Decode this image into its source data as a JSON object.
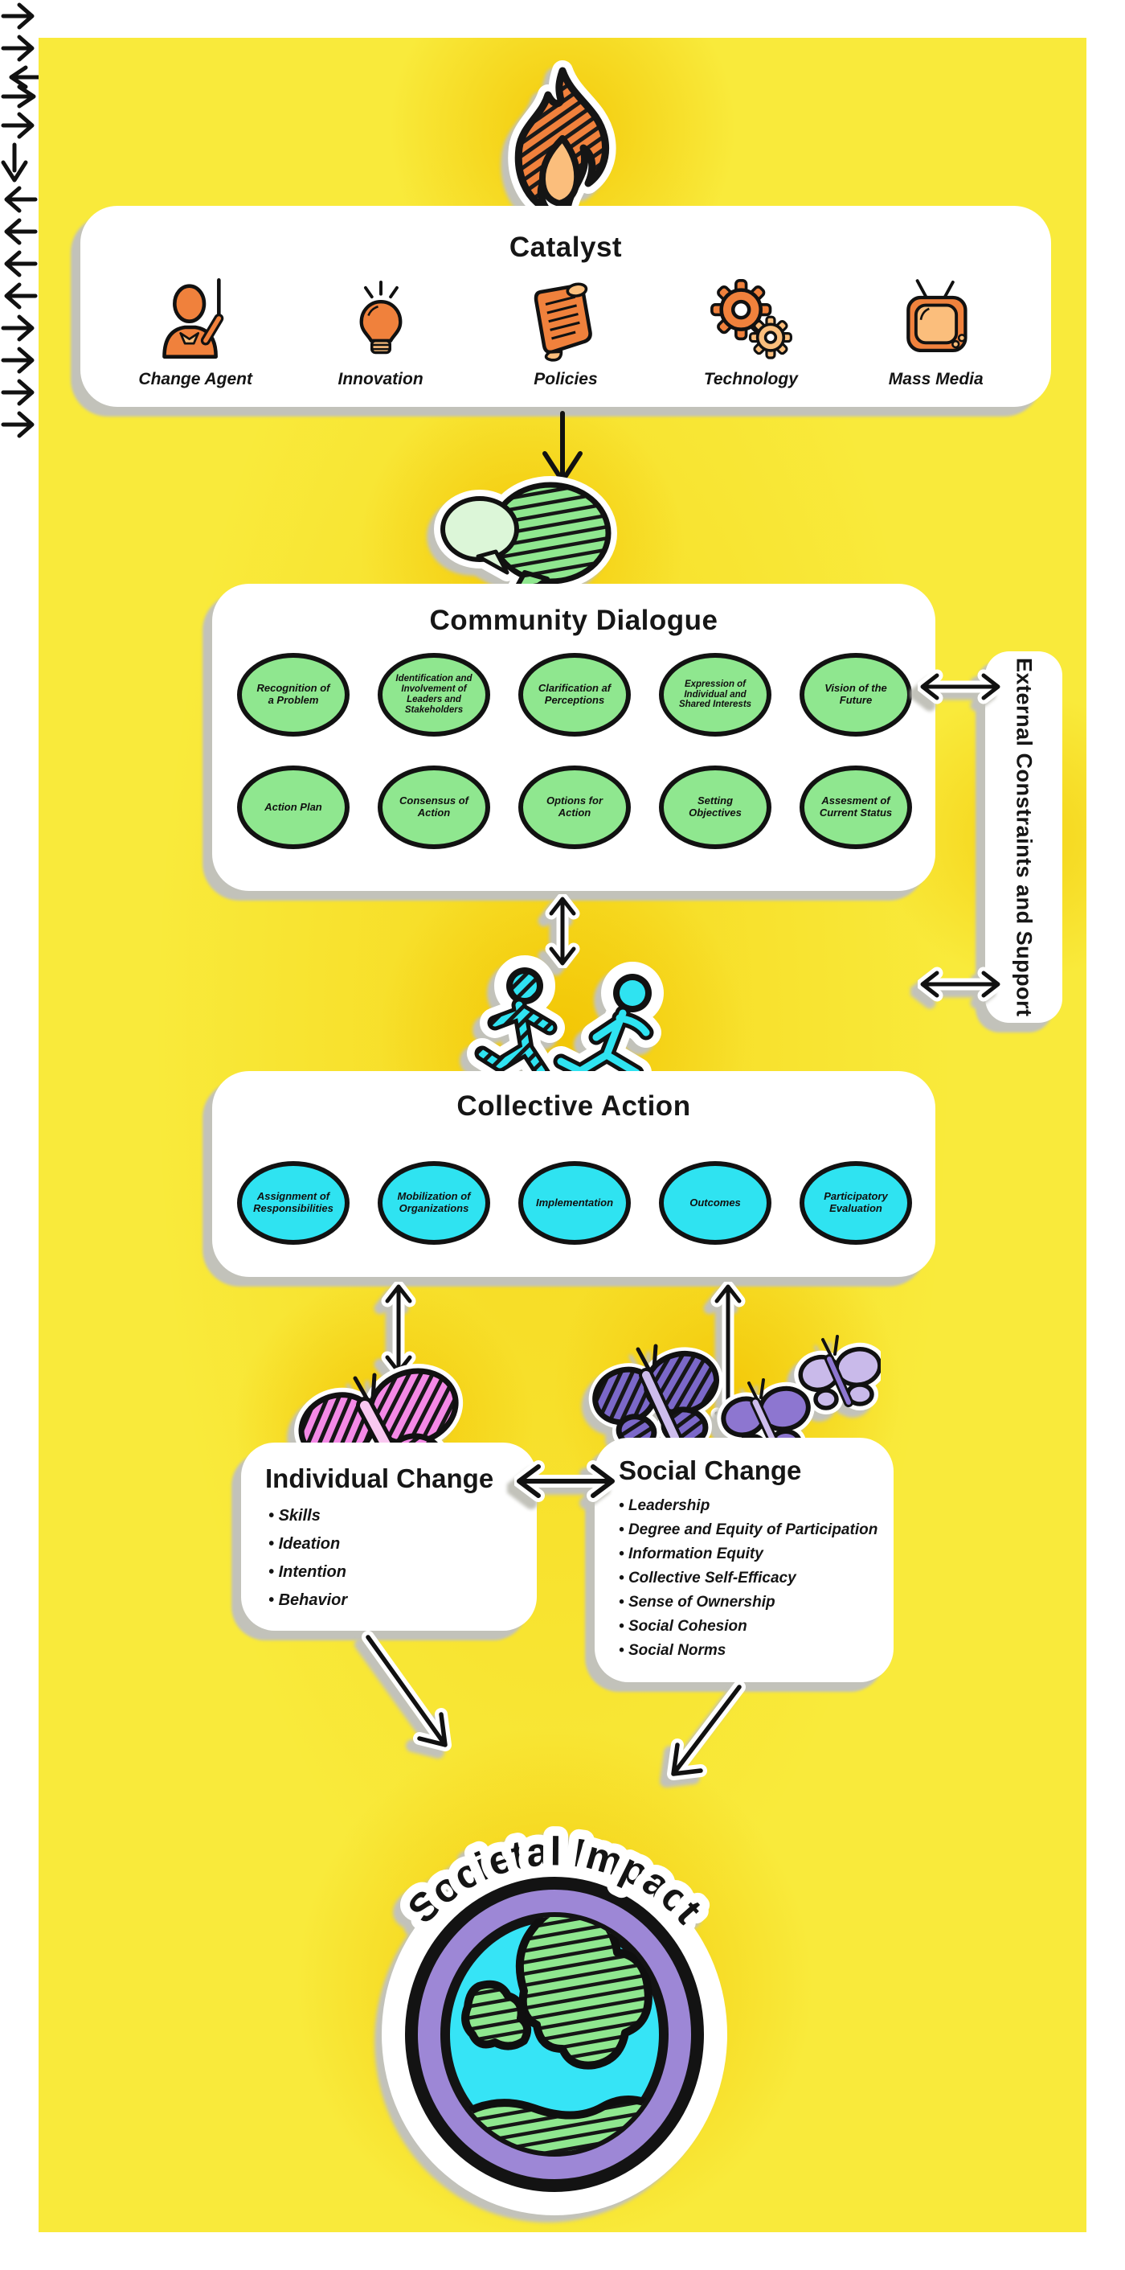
{
  "catalyst": {
    "title": "Catalyst",
    "items": [
      {
        "label": "Change Agent",
        "icon": "change-agent-icon"
      },
      {
        "label": "Innovation",
        "icon": "innovation-icon"
      },
      {
        "label": "Policies",
        "icon": "policies-icon"
      },
      {
        "label": "Technology",
        "icon": "technology-icon"
      },
      {
        "label": "Mass Media",
        "icon": "mass-media-icon"
      }
    ]
  },
  "community_dialogue": {
    "title": "Community Dialogue",
    "top_row": [
      "Recognition of a Problem",
      "Identification and Involvement of Leaders and Stakeholders",
      "Clarification af Perceptions",
      "Expression of Individual and Shared Interests",
      "Vision of the Future"
    ],
    "bottom_row": [
      "Action Plan",
      "Consensus of Action",
      "Options for Action",
      "Setting Objectives",
      "Assesment of Current Status"
    ]
  },
  "external": {
    "label": "External Constraints and Support"
  },
  "collective_action": {
    "title": "Collective Action",
    "steps": [
      "Assignment of Responsibilities",
      "Mobilization of Organizations",
      "Implementation",
      "Outcomes",
      "Participatory Evaluation"
    ]
  },
  "individual_change": {
    "title": "Individual Change",
    "bullets": [
      "Skills",
      "Ideation",
      "Intention",
      "Behavior"
    ]
  },
  "social_change": {
    "title": "Social Change",
    "bullets": [
      "Leadership",
      "Degree and Equity of Participation",
      "Information Equity",
      "Collective Self-Efficacy",
      "Sense of Ownership",
      "Social Cohesion",
      "Social Norms"
    ]
  },
  "societal_impact": {
    "title": "Societal Impact"
  },
  "colors": {
    "background_yellow": "#F9EA3B",
    "background_gold": "#F2C402",
    "orange": "#F0813C",
    "orange_light": "#FBBE7C",
    "green": "#8FE78F",
    "green_light": "#DCF6D8",
    "cyan": "#2FE3F1",
    "pink": "#F489E6",
    "purple_dark": "#7B68C9",
    "purple_mid": "#8D76D0",
    "purple_light": "#C9BAEA",
    "globe_ring_purple": "#9D87D6",
    "ink": "#141414",
    "sticker_white": "#FFFFFF"
  }
}
